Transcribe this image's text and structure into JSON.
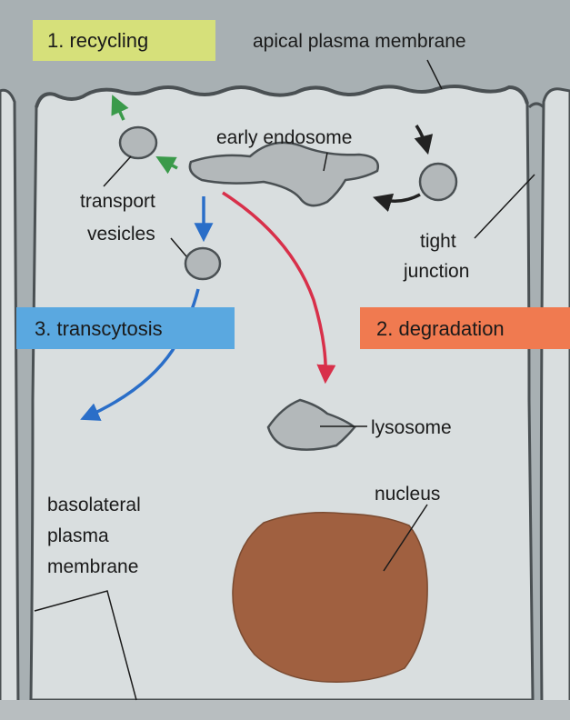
{
  "colors": {
    "cytoplasm": "#d9dedf",
    "outside": "#a8b0b3",
    "organelle_fill": "#b3b8ba",
    "outline": "#4a5053",
    "nucleus": "#a06040",
    "recycling_box": "#d6e07a",
    "transcytosis_box": "#5aa8e0",
    "degradation_box": "#f07a50",
    "recycling_arrow": "#3a9a4a",
    "transcytosis_arrow": "#2a6ec8",
    "degradation_arrow": "#d8304a",
    "dark_arrow": "#222222"
  },
  "pathways": {
    "recycling": "1. recycling",
    "degradation": "2. degradation",
    "transcytosis": "3. transcytosis"
  },
  "labels": {
    "apical_membrane": "apical plasma membrane",
    "early_endosome": "early endosome",
    "transport_vesicles_line1": "transport",
    "transport_vesicles_line2": "vesicles",
    "tight_junction_line1": "tight",
    "tight_junction_line2": "junction",
    "lysosome": "lysosome",
    "nucleus": "nucleus",
    "basolateral_line1": "basolateral",
    "basolateral_line2": "plasma",
    "basolateral_line3": "membrane"
  }
}
